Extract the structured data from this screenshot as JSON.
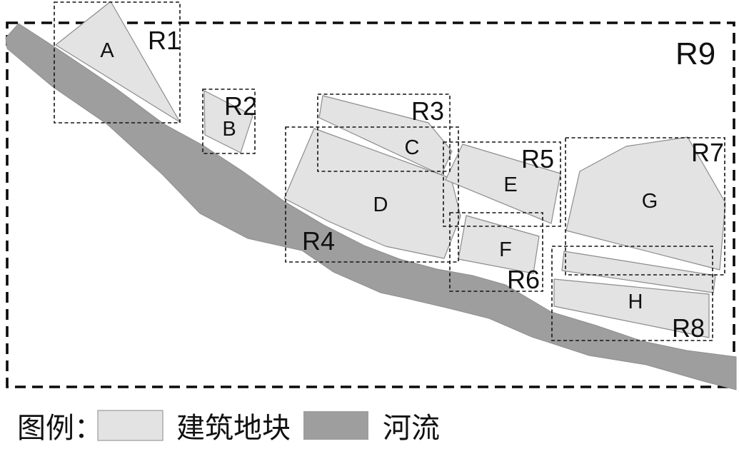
{
  "diagram": {
    "blocks": {
      "a": {
        "label": "A"
      },
      "b": {
        "label": "B"
      },
      "c": {
        "label": "C"
      },
      "d": {
        "label": "D"
      },
      "e": {
        "label": "E"
      },
      "f": {
        "label": "F"
      },
      "g": {
        "label": "G"
      },
      "h": {
        "label": "H"
      }
    },
    "regions": {
      "r1": {
        "label": "R1"
      },
      "r2": {
        "label": "R2"
      },
      "r3": {
        "label": "R3"
      },
      "r4": {
        "label": "R4"
      },
      "r5": {
        "label": "R5"
      },
      "r6": {
        "label": "R6"
      },
      "r7": {
        "label": "R7"
      },
      "r8": {
        "label": "R8"
      },
      "r9": {
        "label": "R9"
      }
    }
  },
  "legend": {
    "title": "图例：",
    "building_label": "建筑地块",
    "river_label": "河流"
  },
  "colors": {
    "block_fill": "#e3e3e3",
    "river_fill": "#9e9e9e"
  }
}
